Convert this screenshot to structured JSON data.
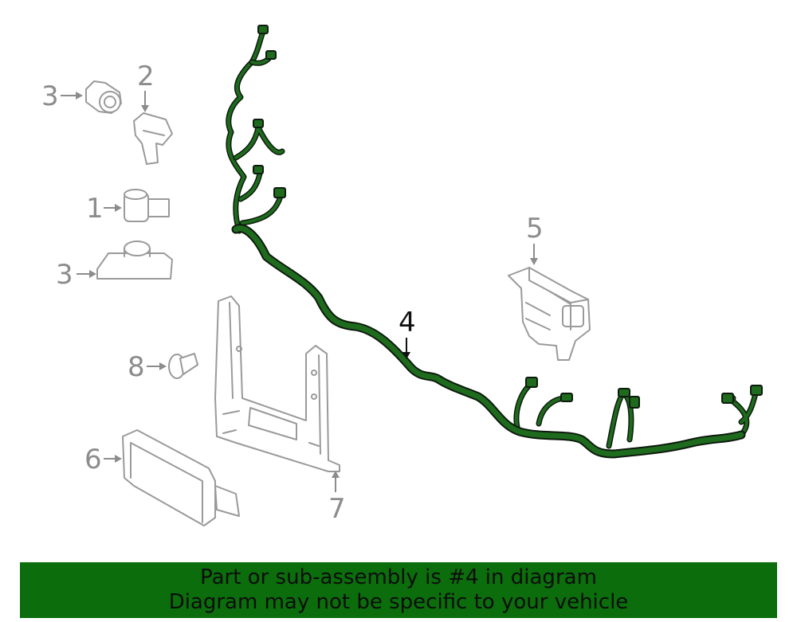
{
  "callouts": {
    "c1": "1",
    "c2": "2",
    "c3a": "3",
    "c3b": "3",
    "c4": "4",
    "c5": "5",
    "c6": "6",
    "c7": "7",
    "c8": "8"
  },
  "banner": {
    "line1": "Part or sub-assembly is #4 in diagram",
    "line2": "Diagram may not be specific to your vehicle"
  },
  "colors": {
    "highlight": "#1e6b1e",
    "banner": "#0b6d0b",
    "ghost": "#9a9a9a"
  }
}
